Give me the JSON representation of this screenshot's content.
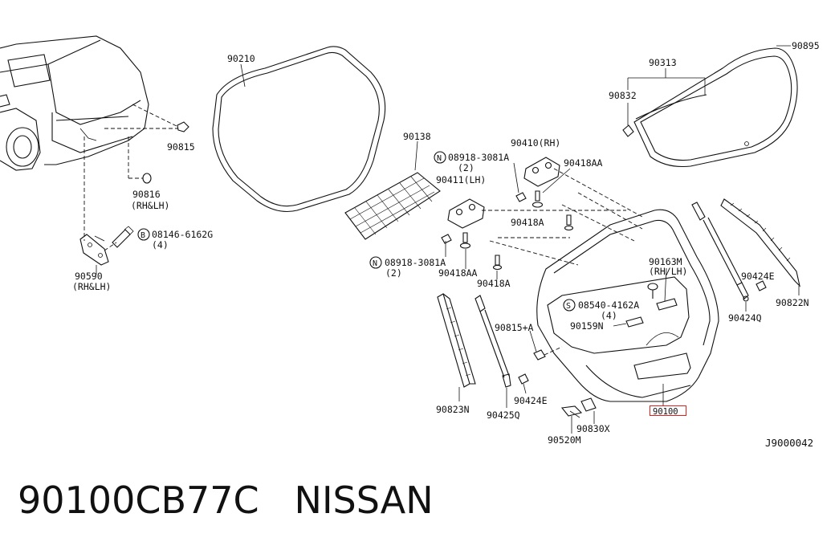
{
  "diagram": {
    "labels": {
      "p90210": "90210",
      "p90138": "90138",
      "p90815": "90815",
      "p90816": "90816",
      "p90816_note": "(RH&LH)",
      "p90590": "90590",
      "p90590_note": "(RH&LH)",
      "p08146": "08146-6162G",
      "p08146_qty": "(4)",
      "p08918_a": "08918-3081A",
      "p08918_a_qty": "(2)",
      "p08918_b": "08918-3081A",
      "p08918_b_qty": "(2)",
      "p90410": "90410(RH)",
      "p90411": "90411(LH)",
      "p90418AA_a": "90418AA",
      "p90418AA_b": "90418AA",
      "p90418A_a": "90418A",
      "p90418A_b": "90418A",
      "p90895": "90895",
      "p90313": "90313",
      "p90832": "90832",
      "p90163M": "90163M",
      "p90163M_note": "(RH/LH)",
      "p08540": "08540-4162A",
      "p08540_qty": "(4)",
      "p90159N": "90159N",
      "p90815A": "90815+A",
      "p90424E_a": "90424E",
      "p90424E_b": "90424E",
      "p90424Q": "90424Q",
      "p90822N": "90822N",
      "p90823N": "90823N",
      "p90425Q": "90425Q",
      "p90830X": "90830X",
      "p90520M": "90520M",
      "p90100": "90100",
      "ref_code": "J9000042",
      "sym_n": "N",
      "sym_b": "B",
      "sym_s": "S"
    }
  },
  "caption": {
    "part_number": "90100CB77C",
    "brand": "NISSAN"
  },
  "colors": {
    "highlight": "#e0201b",
    "ink": "#111111"
  }
}
